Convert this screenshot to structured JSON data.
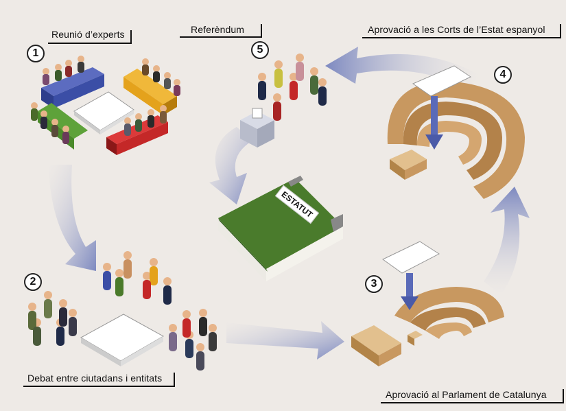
{
  "steps": [
    {
      "number": "1",
      "label": "Reunió d’experts"
    },
    {
      "number": "2",
      "label": "Debat entre ciutadans i entitats"
    },
    {
      "number": "3",
      "label": "Aprovació al Parlament de Catalunya"
    },
    {
      "number": "4",
      "label": "Aprovació a les Corts de l’Estat espanyol"
    },
    {
      "number": "5",
      "label": "Referèndum"
    }
  ],
  "book": {
    "label": "ESTATUT"
  },
  "colors": {
    "background": "#eeeae6",
    "arrow": "#8c96c4",
    "book_cover": "#4a7b2c",
    "table_blue": "#3b4ea6",
    "table_yellow": "#e4a21c",
    "table_green": "#4a8a2a",
    "table_red": "#c42828",
    "wood": "#c89860"
  }
}
